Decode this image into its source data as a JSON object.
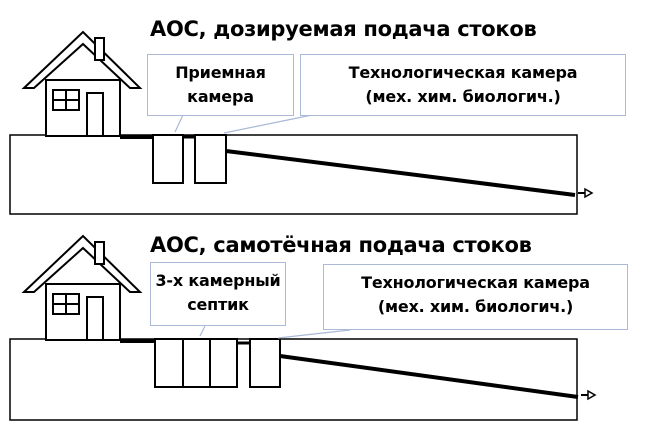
{
  "diagrams": [
    {
      "title": "АОС, дозируемая подача стоков",
      "callouts": [
        {
          "lines": [
            "Приемная",
            "камера"
          ]
        },
        {
          "lines": [
            "Технологическая камера",
            "(мех. хим. биологич.)"
          ]
        }
      ]
    },
    {
      "title": "АОС, самотёчная  подача стоков",
      "callouts": [
        {
          "lines": [
            "3-х камерный",
            "септик"
          ]
        },
        {
          "lines": [
            "Технологическая камера",
            "(мех. хим. биологич.)"
          ]
        }
      ]
    }
  ],
  "colors": {
    "line": "#000000",
    "callout_border": "#a9b9d6",
    "background": "#ffffff"
  },
  "icons": [
    "house-icon",
    "outlet-arrow-icon"
  ]
}
